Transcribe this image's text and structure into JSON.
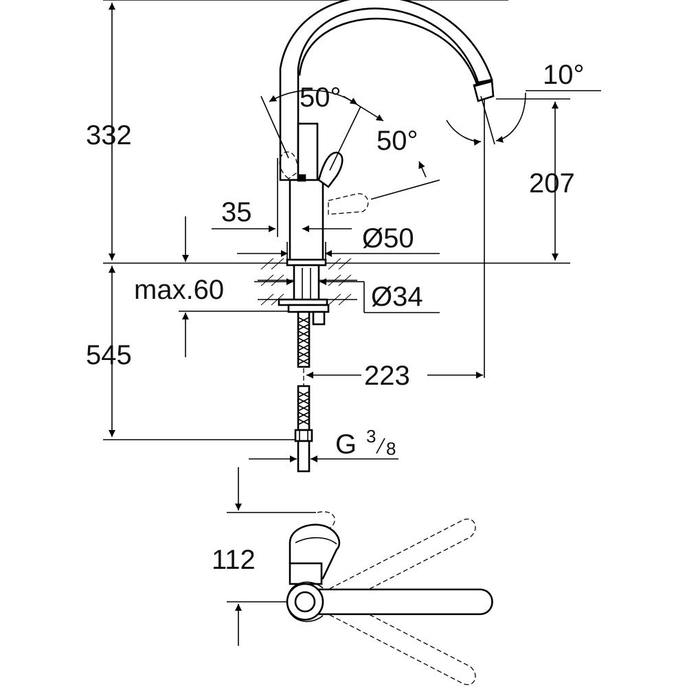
{
  "dimensions": {
    "height_total_above": "332",
    "height_spout": "207",
    "below_counter": "545",
    "max_thickness": "max.60",
    "lever_angle_left": "50°",
    "lever_angle_right": "50°",
    "spout_tilt": "10°",
    "lever_offset": "35",
    "body_diameter": "Ø50",
    "hole_diameter": "Ø34",
    "spout_reach": "223",
    "connection_thread": "G",
    "connection_fraction_num": "3",
    "connection_fraction_den": "8",
    "plan_depth": "112"
  },
  "colors": {
    "line": "#000000",
    "background": "#ffffff"
  }
}
